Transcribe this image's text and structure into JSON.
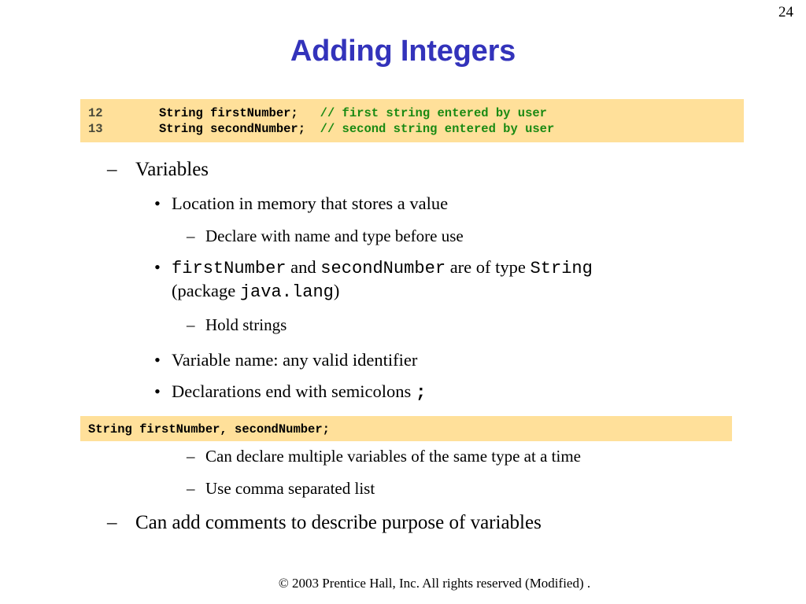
{
  "slide": {
    "page_number": "24",
    "title": "Adding Integers",
    "title_color": "#3333bb",
    "background": "#ffffff",
    "highlight_color": "#ffe09a"
  },
  "code_block_top": {
    "comment_color": "#1a8a13",
    "line_number_color": "#4a4a3a",
    "lines": [
      {
        "number": "12",
        "code": "String firstNumber;",
        "comment": "// first string entered by user"
      },
      {
        "number": "13",
        "code": "String secondNumber;",
        "comment": "// second string entered by user"
      }
    ]
  },
  "code_block_bottom": {
    "text": "String firstNumber, secondNumber;"
  },
  "outline": {
    "markers": {
      "dash": "–",
      "bullet": "•"
    },
    "items": [
      {
        "id": "variables",
        "level": 1,
        "text": "Variables"
      },
      {
        "id": "location",
        "level": 2,
        "text": "Location in memory that stores a value"
      },
      {
        "id": "declare",
        "level": 3,
        "text": "Declare with name and type before use"
      },
      {
        "id": "types",
        "level": 2,
        "text": "firstNumber and secondNumber are of type String (package java.lang)",
        "parts": {
          "code1": "firstNumber",
          "mid1": " and ",
          "code2": "secondNumber",
          "mid2": " are of type ",
          "code3": "String",
          "mid3": "(package ",
          "code4": "java.lang",
          "mid4": ")"
        }
      },
      {
        "id": "hold",
        "level": 3,
        "text": "Hold strings"
      },
      {
        "id": "varname",
        "level": 2,
        "text": "Variable name: any valid identifier"
      },
      {
        "id": "semicolons",
        "level": 2,
        "text": "Declarations end with semicolons ;",
        "parts": {
          "lead": "Declarations end with semicolons ",
          "code": ";"
        }
      },
      {
        "id": "multiple",
        "level": 3,
        "text": "Can declare multiple variables of the same type at a time"
      },
      {
        "id": "comma",
        "level": 3,
        "text": "Use comma separated list"
      },
      {
        "id": "addcomments",
        "level": 1,
        "text": "Can add comments to describe purpose of variables"
      }
    ]
  },
  "footer": {
    "text": "© 2003 Prentice Hall, Inc.  All rights reserved (Modified) ."
  }
}
